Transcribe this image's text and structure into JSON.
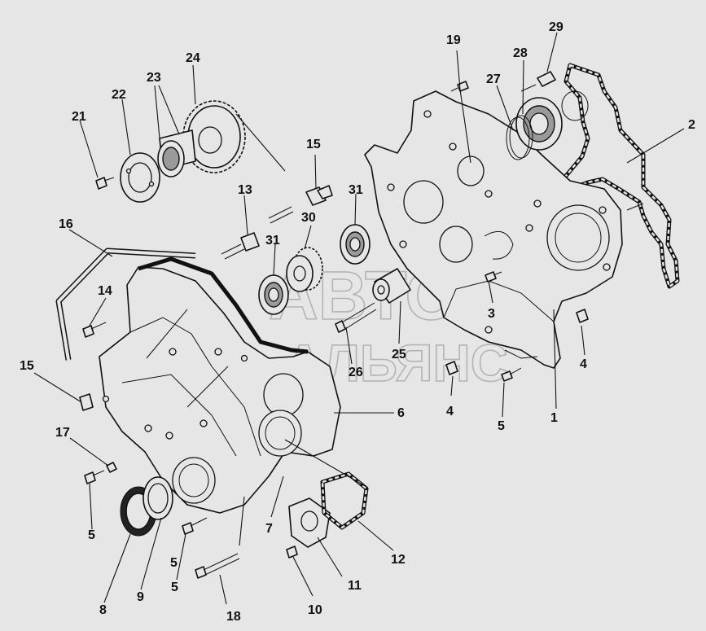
{
  "watermark": {
    "line1": "АВТО",
    "line2": "АЛЬЯНС"
  },
  "callouts": [
    "1",
    "2",
    "3",
    "4",
    "4",
    "5",
    "5",
    "5",
    "5",
    "6",
    "7",
    "8",
    "9",
    "10",
    "11",
    "12",
    "13",
    "15",
    "15",
    "16",
    "17",
    "18",
    "19",
    "21",
    "22",
    "23",
    "24",
    "25",
    "26",
    "27",
    "28",
    "29",
    "30",
    "31",
    "31",
    "14"
  ]
}
